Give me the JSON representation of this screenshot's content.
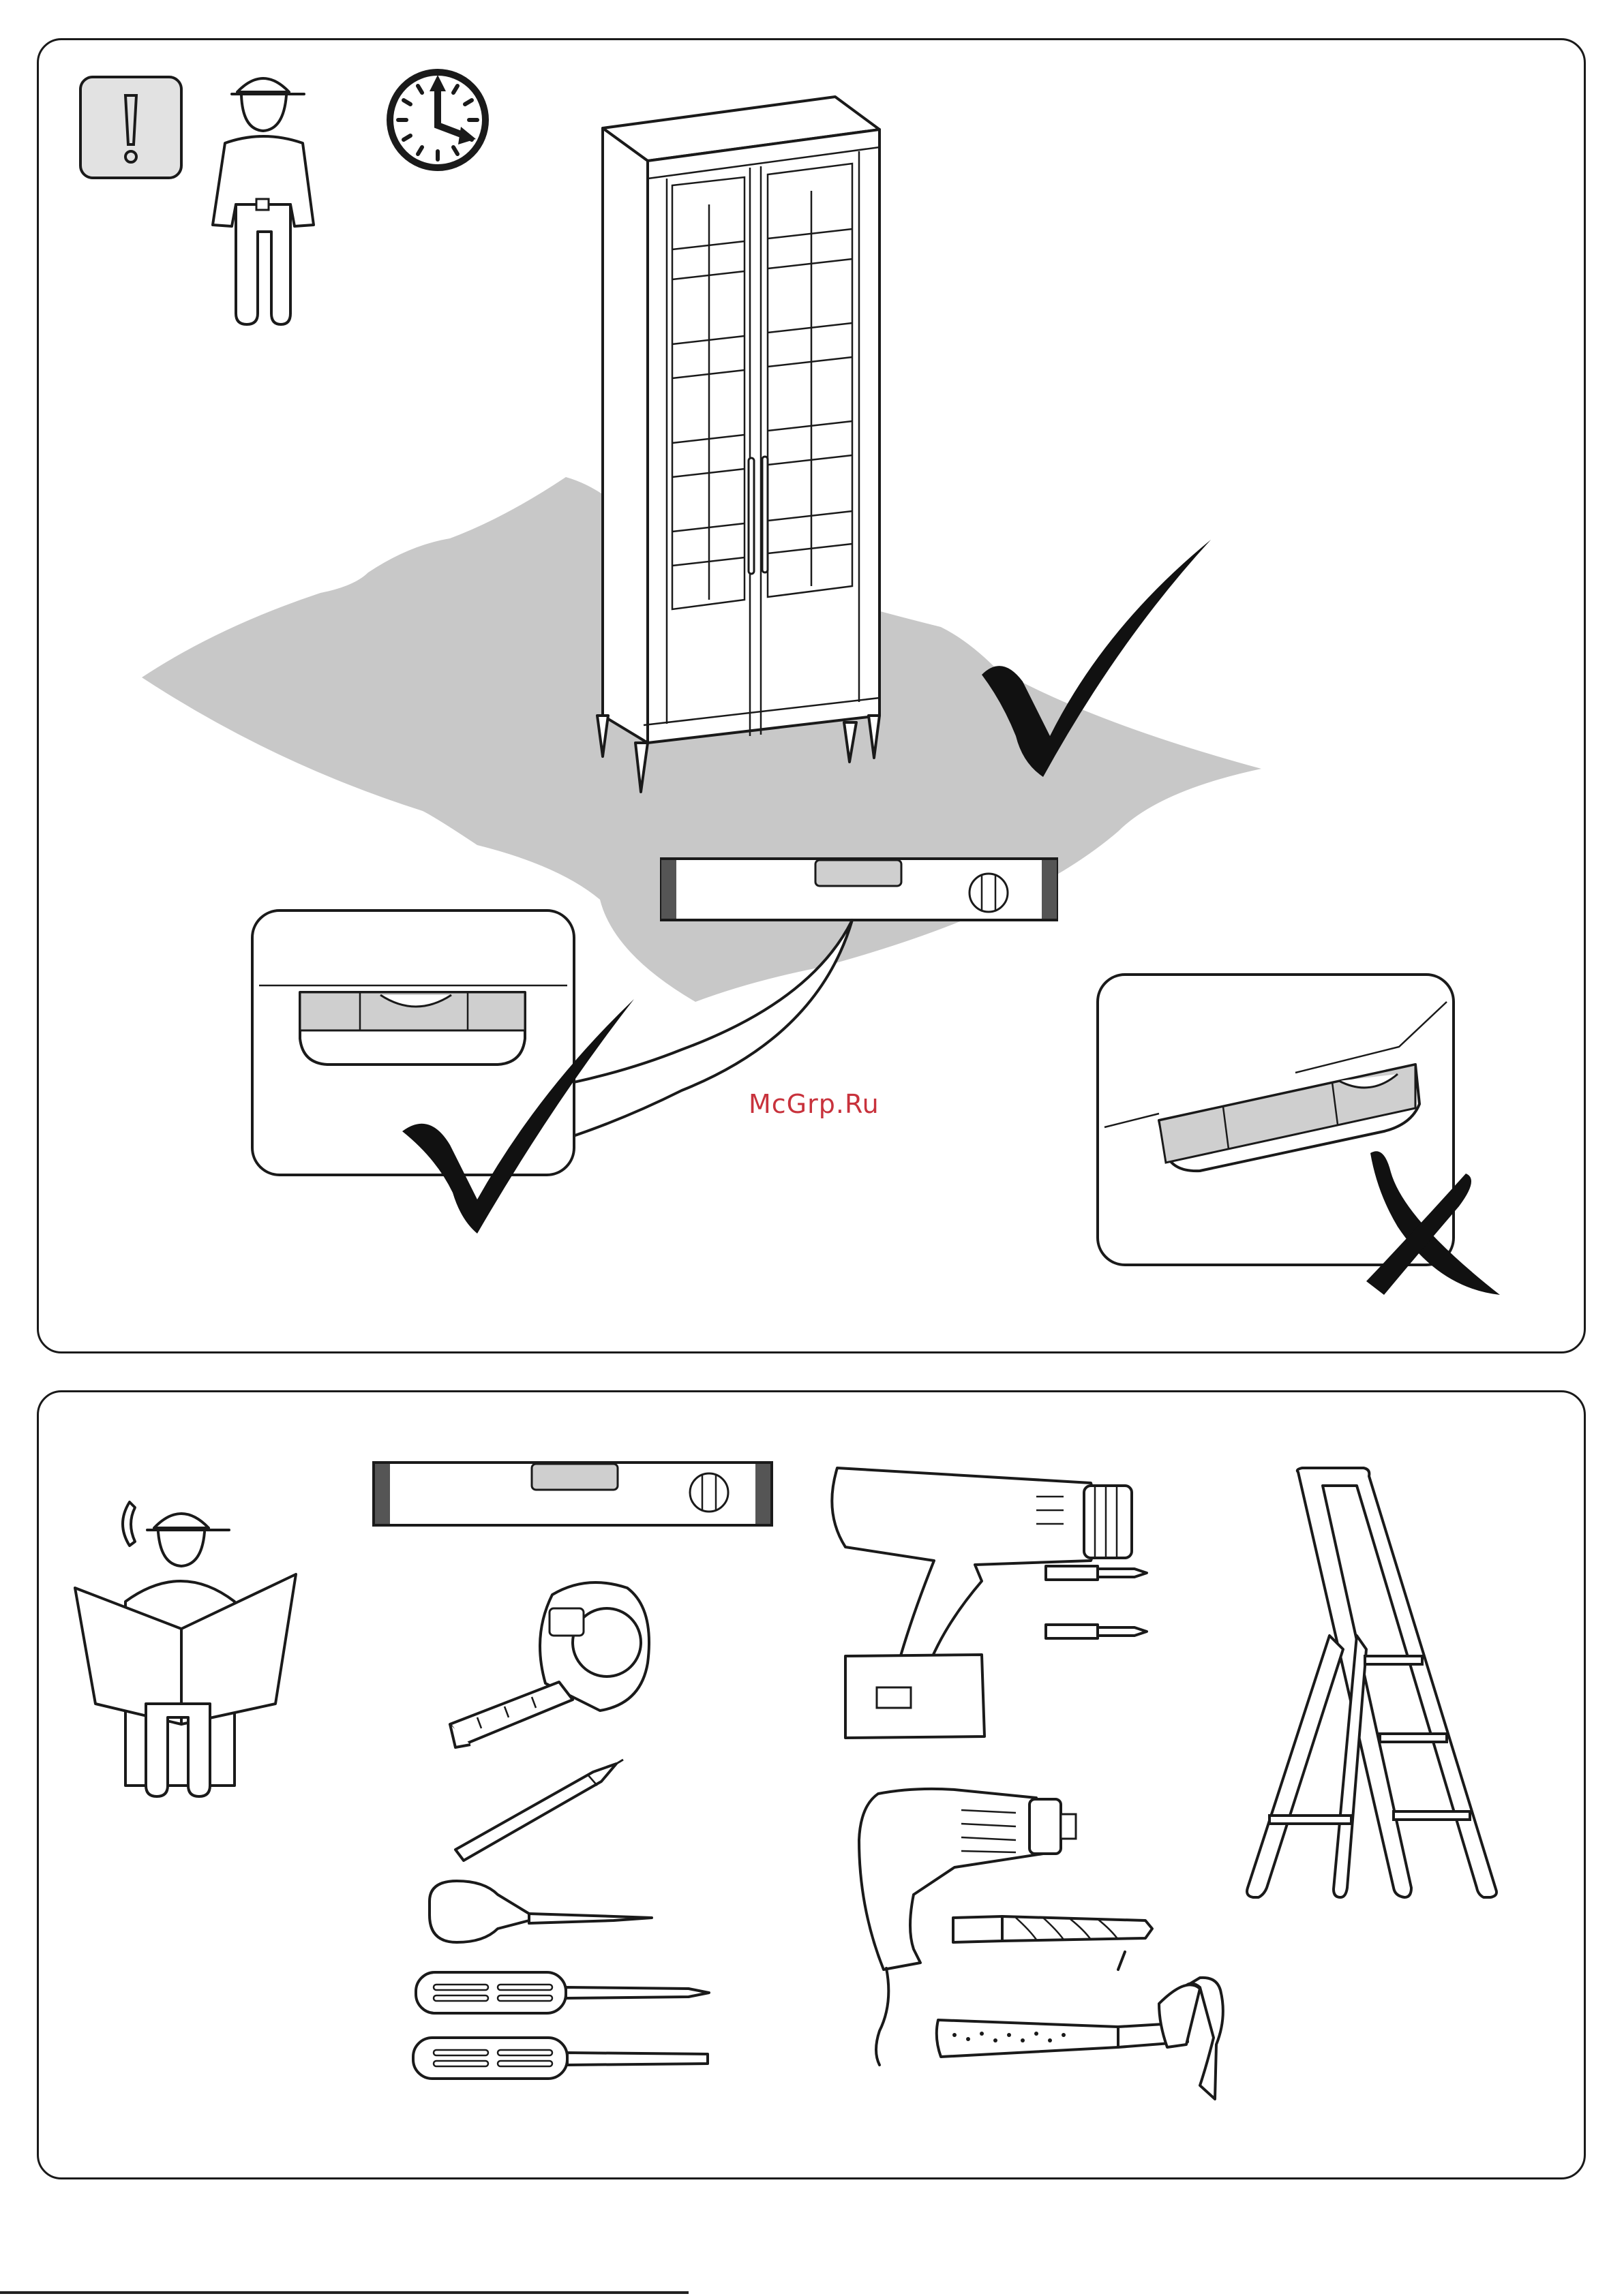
{
  "watermark": "McGrp.Ru",
  "footer": {
    "text": ""
  },
  "top_panel": {
    "icons": [
      "warning-icon",
      "worker-icon",
      "clock-icon"
    ],
    "scene": [
      "glass-door-cabinet",
      "floor-area",
      "spirit-level",
      "level-ok-detail",
      "level-not-ok-detail",
      "check-mark",
      "cross-mark"
    ]
  },
  "bottom_panel": {
    "tools": [
      "spirit-level",
      "tape-measure",
      "pencil",
      "awl",
      "phillips-screwdriver",
      "flat-screwdriver",
      "cordless-drill",
      "drill-bits",
      "corded-drill",
      "masonry-drill-bit",
      "hammer",
      "step-ladder"
    ],
    "helper": "call-for-help-worker-with-manual"
  }
}
